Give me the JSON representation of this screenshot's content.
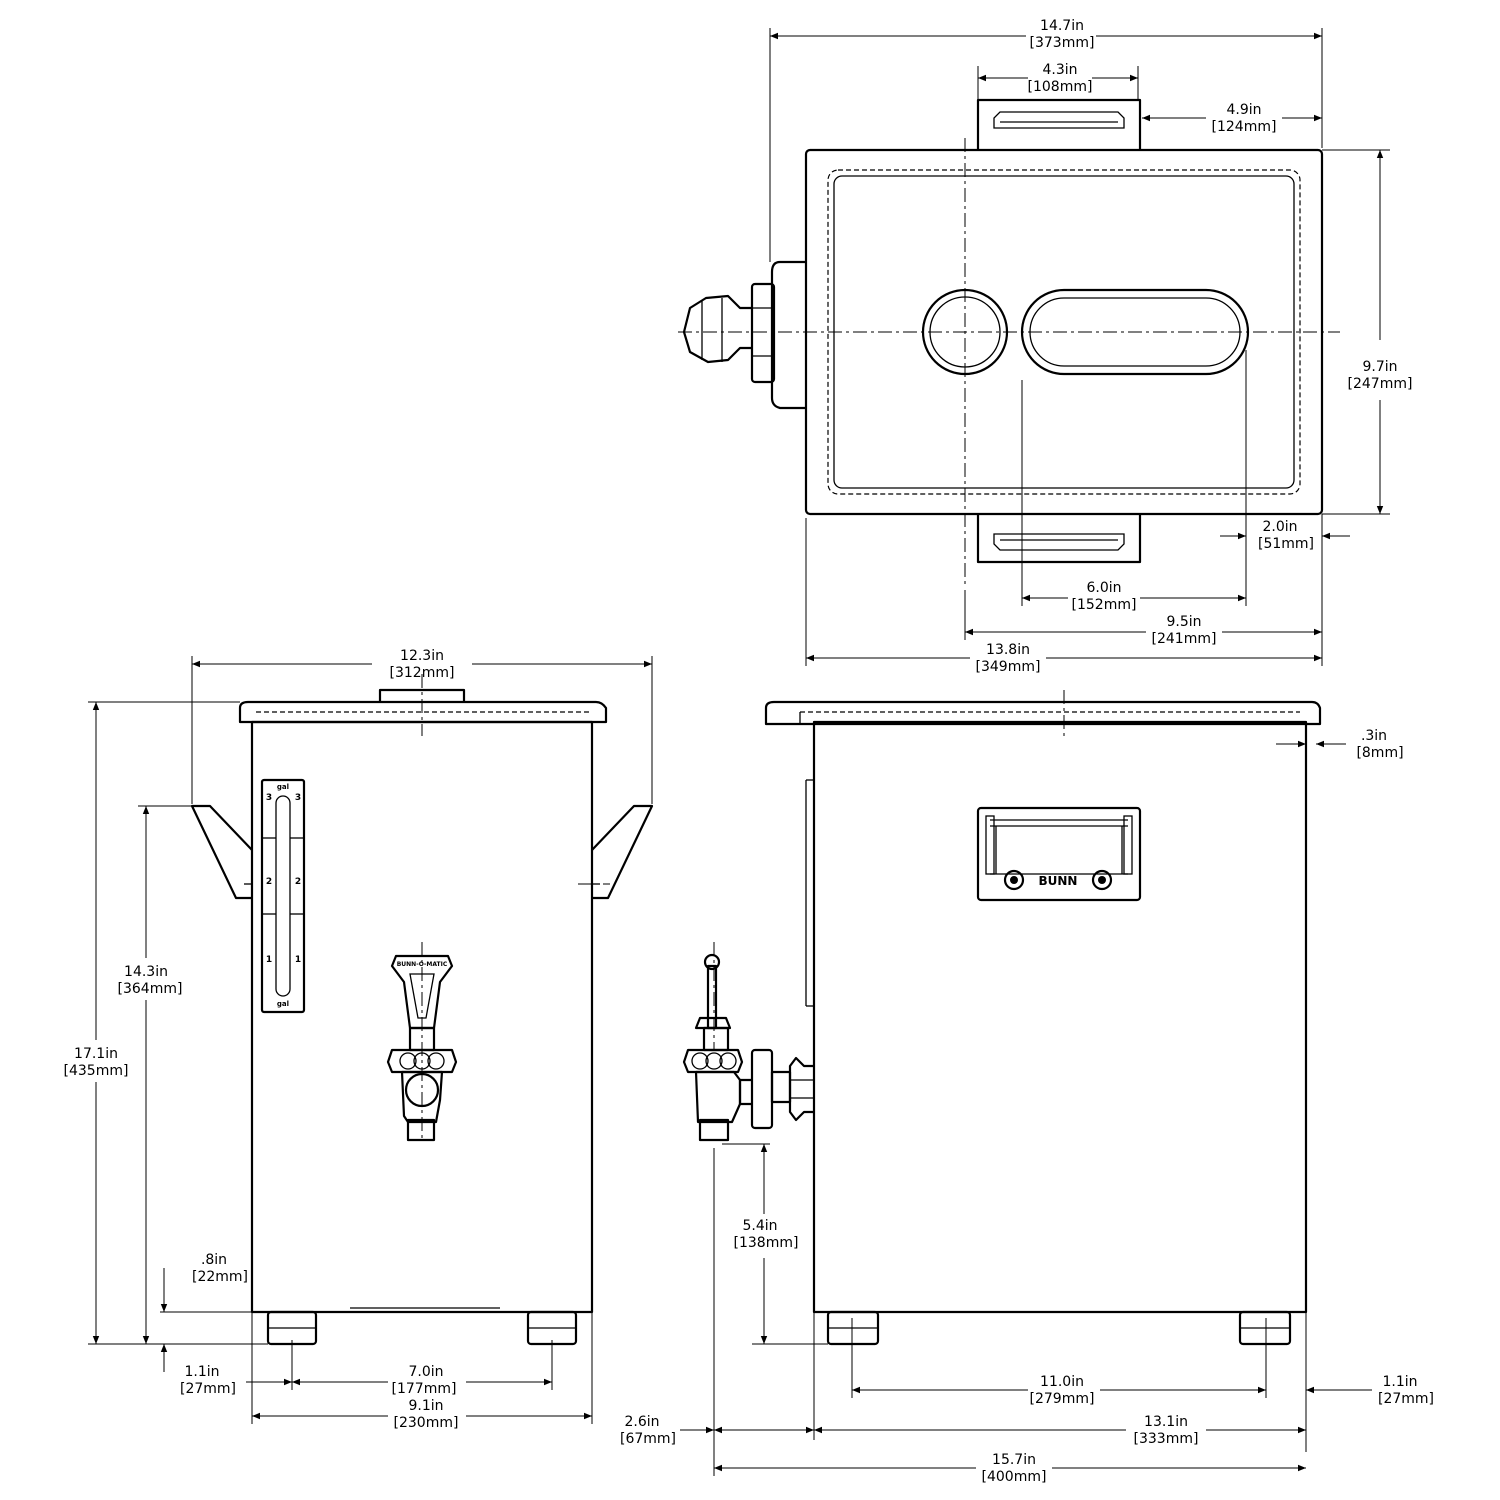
{
  "top_view": {
    "overall_width": {
      "in": "14.7in",
      "mm": "[373mm]"
    },
    "handle_width": {
      "in": "4.3in",
      "mm": "[108mm]"
    },
    "handle_offset": {
      "in": "4.9in",
      "mm": "[124mm]"
    },
    "depth": {
      "in": "9.7in",
      "mm": "[247mm]"
    },
    "edge_to_lid": {
      "in": "2.0in",
      "mm": "[51mm]"
    },
    "lid_width": {
      "in": "6.0in",
      "mm": "[152mm]"
    },
    "center_to_edge": {
      "in": "9.5in",
      "mm": "[241mm]"
    },
    "body_width": {
      "in": "13.8in",
      "mm": "[349mm]"
    }
  },
  "front_view": {
    "handles_width": {
      "in": "12.3in",
      "mm": "[312mm]"
    },
    "overall_height": {
      "in": "17.1in",
      "mm": "[435mm]"
    },
    "handle_height": {
      "in": "14.3in",
      "mm": "[364mm]"
    },
    "base_gap": {
      "in": ".8in",
      "mm": "[22mm]"
    },
    "foot_inset": {
      "in": "1.1in",
      "mm": "[27mm]"
    },
    "feet_spacing": {
      "in": "7.0in",
      "mm": "[177mm]"
    },
    "body_width": {
      "in": "9.1in",
      "mm": "[230mm]"
    },
    "gauge_marks": [
      "gal",
      "3",
      "2",
      "1",
      "gal"
    ],
    "faucet_brand": "BUNN-O-MATIC"
  },
  "side_view": {
    "lid_overhang": {
      "in": ".3in",
      "mm": "[8mm]"
    },
    "faucet_height": {
      "in": "5.4in",
      "mm": "[138mm]"
    },
    "feet_spacing": {
      "in": "11.0in",
      "mm": "[279mm]"
    },
    "foot_inset": {
      "in": "1.1in",
      "mm": "[27mm]"
    },
    "faucet_reach": {
      "in": "2.6in",
      "mm": "[67mm]"
    },
    "body_depth": {
      "in": "13.1in",
      "mm": "[333mm]"
    },
    "overall_depth": {
      "in": "15.7in",
      "mm": "[400mm]"
    },
    "brand": "BUNN"
  }
}
